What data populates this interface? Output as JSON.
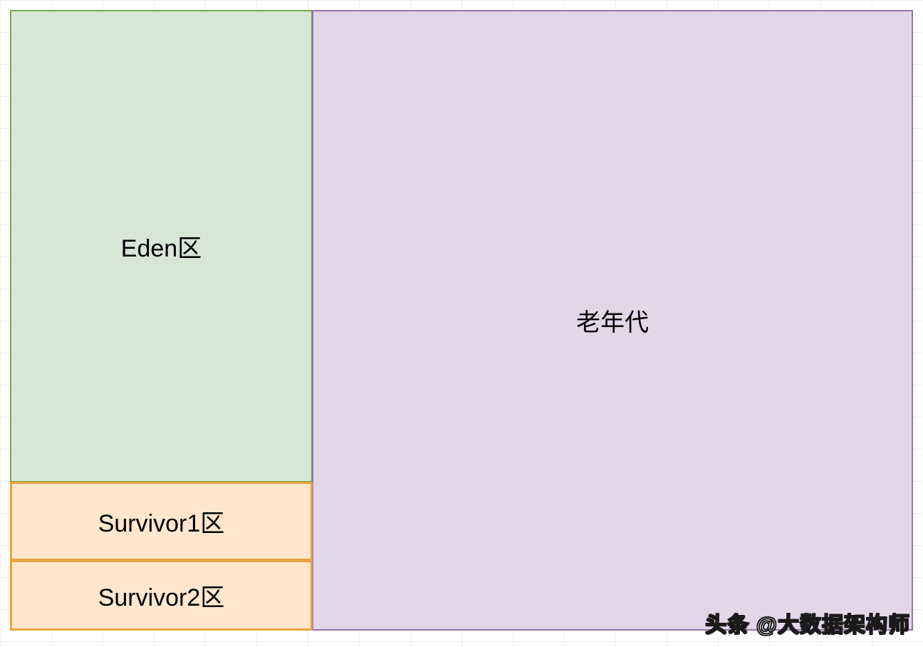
{
  "diagram": {
    "title_hint": "JVM heap memory layout",
    "regions": {
      "eden": {
        "label": "Eden区",
        "fill": "#d6e8d5",
        "border": "#77a74c"
      },
      "survivor1": {
        "label": "Survivor1区",
        "fill": "#ffe6cc",
        "border": "#e8a33d"
      },
      "survivor2": {
        "label": "Survivor2区",
        "fill": "#ffe6cc",
        "border": "#e8a33d"
      },
      "old_generation": {
        "label": "老年代",
        "fill": "#e2d6e9",
        "border": "#9673a6"
      }
    },
    "watermark": {
      "text": "头条 @大数据架构师"
    }
  }
}
